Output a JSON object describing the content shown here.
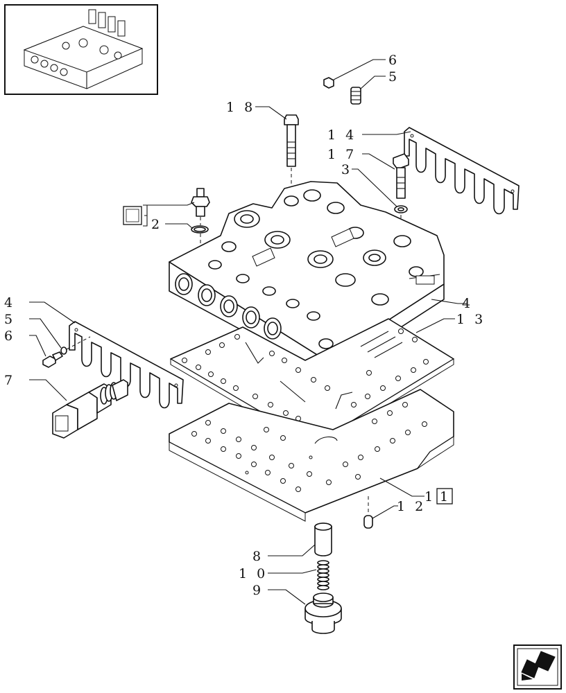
{
  "callouts": {
    "c6_top": "6",
    "c5_top": "5",
    "c18": "1 8",
    "c14": "1 4",
    "c17": "1 7",
    "c3": "3",
    "c2": "2",
    "c4_right": "4",
    "c13": "1 3",
    "c4_left": "4",
    "c5_left": "5",
    "c6_left": "6",
    "c7": "7",
    "c1": "1",
    "c1_box": "1",
    "c12": "1 2",
    "c8": "8",
    "c10": "1 0",
    "c9": "9"
  },
  "icons": {
    "thumbnail": "assembly-thumbnail-icon",
    "nav": "next-page-arrow-icon",
    "kit_box": "kit-reference-box-icon"
  }
}
